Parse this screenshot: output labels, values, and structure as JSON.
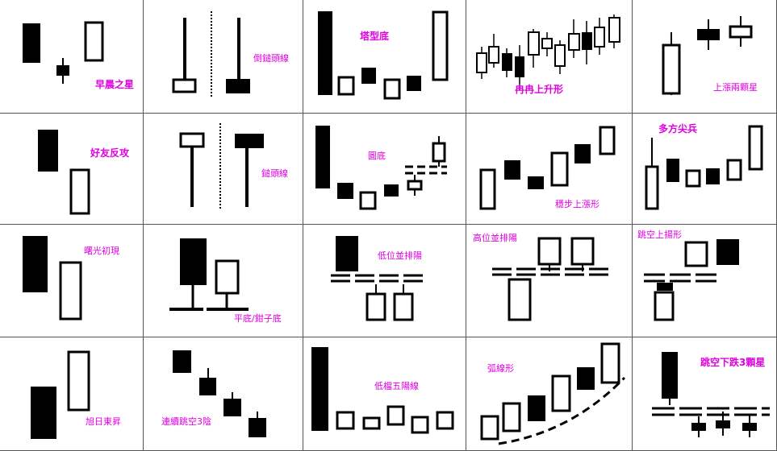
{
  "patterns": [
    {
      "label": "早晨之星"
    },
    {
      "label": "倒鎚頭線"
    },
    {
      "label": "塔型底"
    },
    {
      "label": "冉冉上升形"
    },
    {
      "label": "上漲兩顆星"
    },
    {
      "label": "好友反攻"
    },
    {
      "label": "鎚頭線"
    },
    {
      "label": "圓底"
    },
    {
      "label": "穩步上漲形"
    },
    {
      "label": "多方尖兵"
    },
    {
      "label": "曙光初現"
    },
    {
      "label": "平底/鉗子底"
    },
    {
      "label": "低位並排陽"
    },
    {
      "label": "高位並排陽"
    },
    {
      "label": "跳空上揚形"
    },
    {
      "label": "旭日東昇"
    },
    {
      "label": "連續跳空3陰"
    },
    {
      "label": "低檔五陽線"
    },
    {
      "label": "弧線形"
    },
    {
      "label": "跳空下跌3顆星"
    }
  ],
  "colors": {
    "label": "#e000e0",
    "candle": "#000000",
    "grid": "#555555"
  }
}
